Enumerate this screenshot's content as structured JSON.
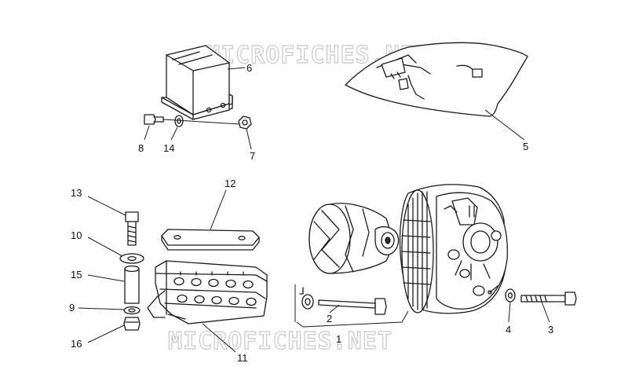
{
  "watermark_top": "MICROFICHES.NET",
  "watermark_bottom": "MICROFICHES.NET",
  "callouts": {
    "c1": "1",
    "c2": "2",
    "c3": "3",
    "c4": "4",
    "c5": "5",
    "c6": "6",
    "c7": "7",
    "c8": "8",
    "c9": "9",
    "c10": "10",
    "c11": "11",
    "c12": "12",
    "c13": "13",
    "c14": "14",
    "c15": "15",
    "c16": "16"
  }
}
